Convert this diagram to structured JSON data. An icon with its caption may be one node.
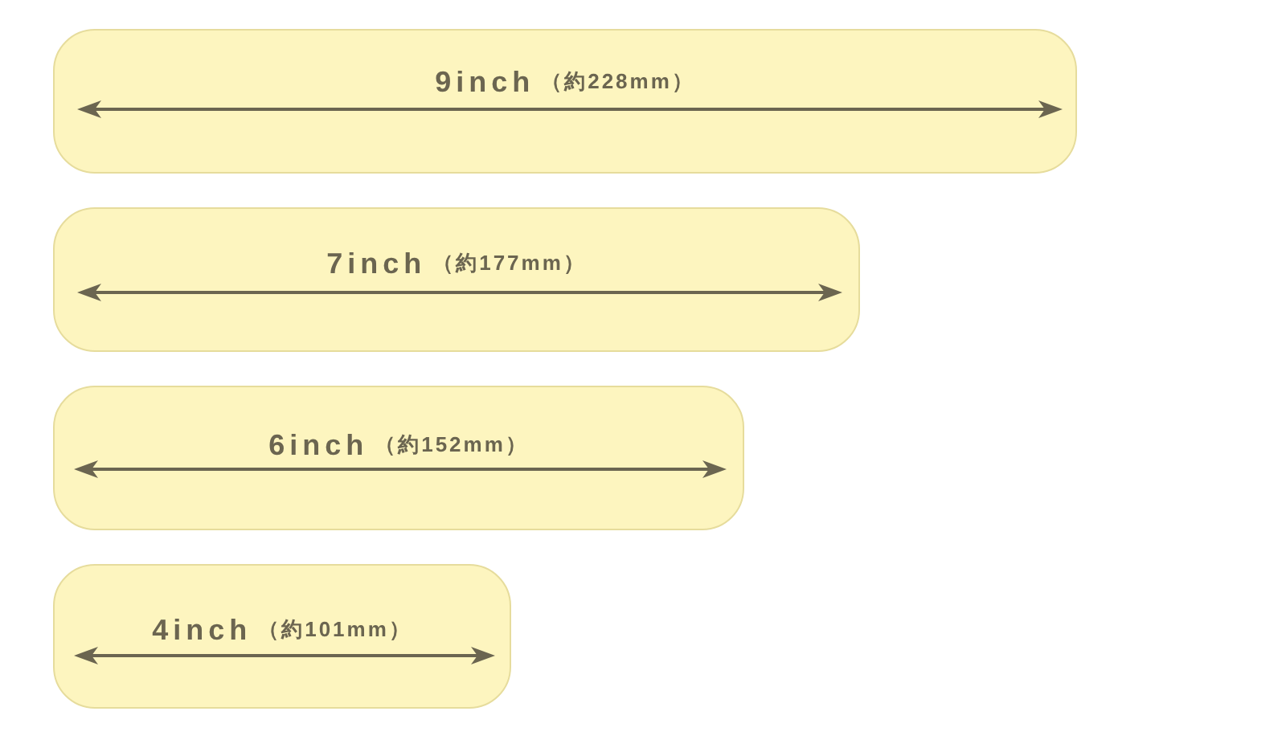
{
  "diagram": {
    "nodes": [
      {
        "text": [
          "9inch",
          "（約228mm）"
        ]
      },
      {
        "text": [
          "7inch",
          "（約177mm）"
        ]
      },
      {
        "text": [
          "6inch",
          "（約152mm）"
        ]
      },
      {
        "text": [
          "4inch",
          "（約101mm）"
        ]
      }
    ]
  }
}
